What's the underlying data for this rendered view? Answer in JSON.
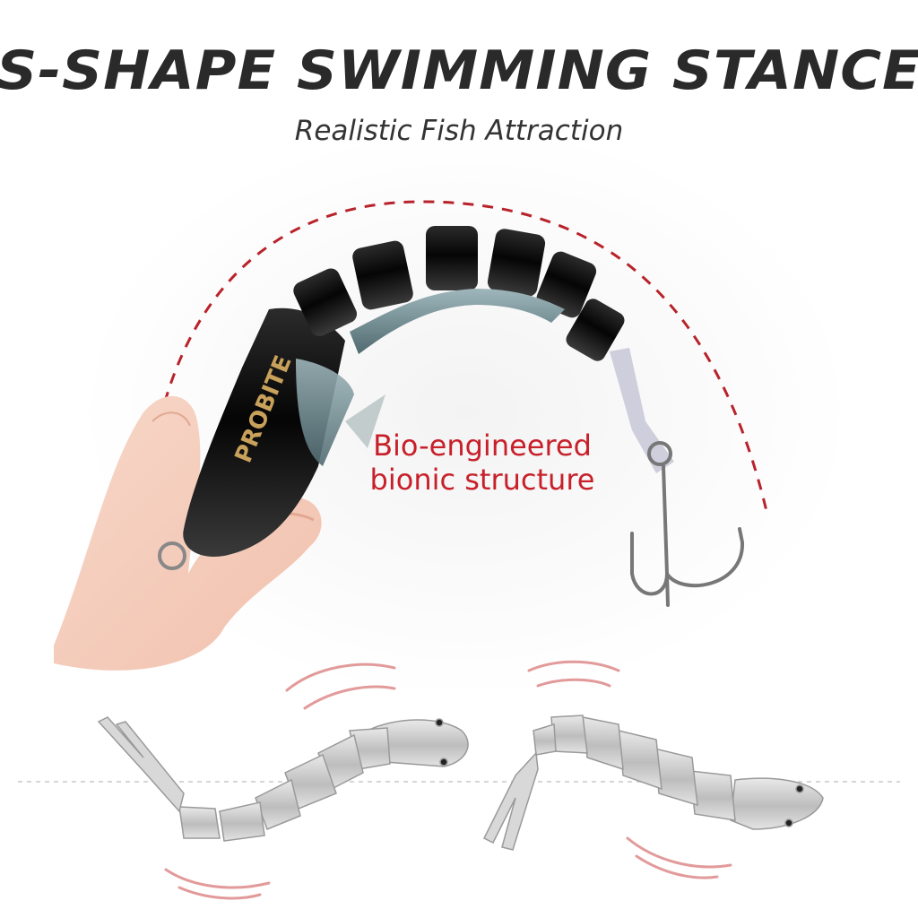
{
  "headline": "S-SHAPE SWIMMING STANCE",
  "subheadline": "Realistic Fish Attraction",
  "callout": {
    "line1": "Bio-engineered",
    "line2": "bionic structure"
  },
  "brand_mark": "PROBITE",
  "colors": {
    "headline": "#2a2a2a",
    "accent": "#c8202a",
    "dashed_arc": "#b8222a",
    "lure_body": "#111111",
    "lure_belly": "#6f8f96",
    "brand_text": "#c8a15a",
    "diagram_lure": "#cfcfcf"
  }
}
